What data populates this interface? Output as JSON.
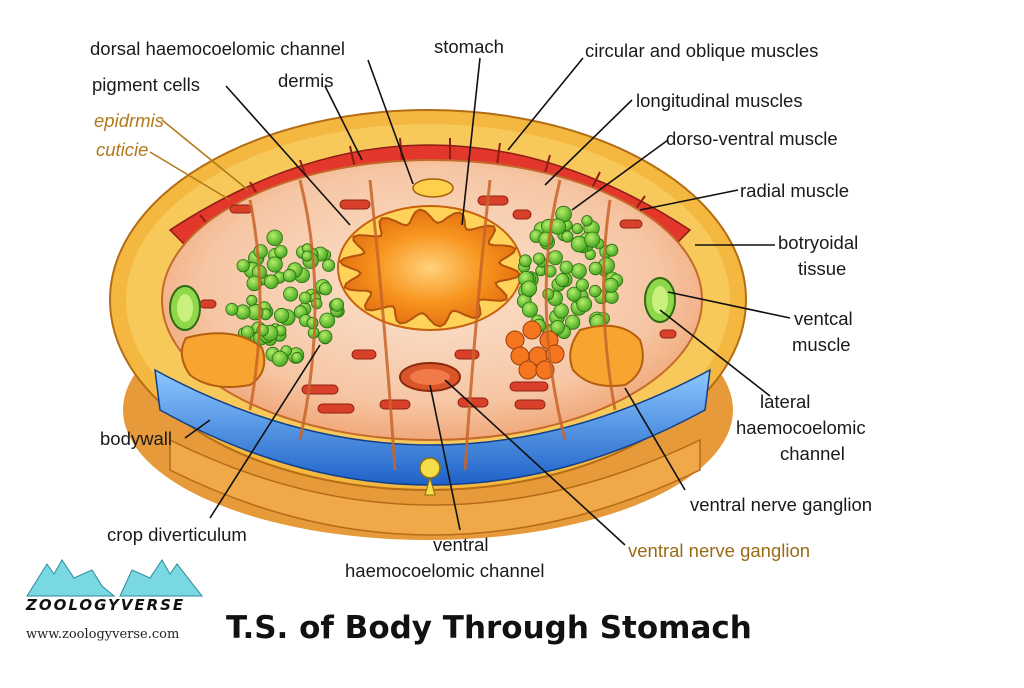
{
  "title": "T.S. of Body Through Stomach",
  "brand": {
    "name": "ZOOLOGYVERSE",
    "website": "www.zoologyverse.com"
  },
  "labels": {
    "dorsal_haemocoelomic_channel": "dorsal haemocoelomic channel",
    "stomach": "stomach",
    "circular_oblique_muscles": "circular and oblique muscles",
    "pigment_cells": "pigment cells",
    "dermis": "dermis",
    "longitudinal_muscles": "longitudinal muscles",
    "epidermis": "epidrmis",
    "cuticle": "cuticie",
    "dorso_ventral_muscle": "dorso-ventral muscle",
    "radial_muscle": "radial muscle",
    "botryoidal_line1": "botryoidal",
    "botryoidal_line2": "tissue",
    "ventcal_line1": "ventcal",
    "ventcal_line2": "muscle",
    "lateral_line1": "lateral",
    "lateral_line2": "haemocoelomic",
    "lateral_line3": "channel",
    "bodywall": "bodywall",
    "crop_diverticulum": "crop diverticulum",
    "ventral_nerve_ganglion_1": "ventral nerve ganglion",
    "ventral_line1": "ventral",
    "ventral_line2": "haemocoelomic channel",
    "ventral_nerve_ganglion_2": "ventral nerve ganglion"
  },
  "colors": {
    "muscle_red": "#e0342a",
    "body_orange": "#f3a54a",
    "tissue_pink": "#f6c8a8",
    "botryoidal_green": "#5cc22a",
    "stomach_orange": "#f58a1e",
    "channel_blue": "#3a86d8",
    "ganglion_yellow": "#f2d23a",
    "logo_cyan": "#6ad6e0"
  }
}
